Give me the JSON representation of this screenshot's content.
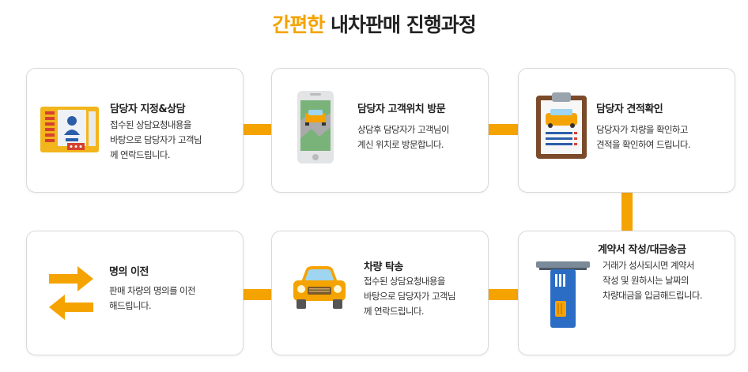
{
  "title": {
    "accent": "간편한",
    "rest": "내차판매 진행과정"
  },
  "accent_color": "#f5a300",
  "steps": [
    {
      "title": "담당자 지정&상담",
      "desc": "접수된 상담요청내용을\n바탕으로 담당자가 고객님\n께 연락드립니다.",
      "icon": "agent-id-card-icon"
    },
    {
      "title": "담당자 고객위치 방문",
      "desc": "상담후 담당자가 고객님이\n계신 위치로 방문합니다.",
      "icon": "phone-map-car-icon"
    },
    {
      "title": "담당자 견적확인",
      "desc": "담당자가 차량을 확인하고\n견적을 확인하여 드립니다.",
      "icon": "clipboard-car-icon"
    },
    {
      "title": "계약서 작성/대금송금",
      "desc": "거래가 성사되시면 계약서\n작성 및 원하시는 날짜의\n차량대금을 입금해드립니다.",
      "icon": "atm-card-icon"
    },
    {
      "title": "차량 탁송",
      "desc": "접수된 상담요청내용을\n바탕으로 담당자가 고객님\n께 연락드립니다.",
      "icon": "car-front-icon"
    },
    {
      "title": "명의 이전",
      "desc": "판매 차량의 명의를 이전\n해드립니다.",
      "icon": "transfer-arrows-icon"
    }
  ]
}
